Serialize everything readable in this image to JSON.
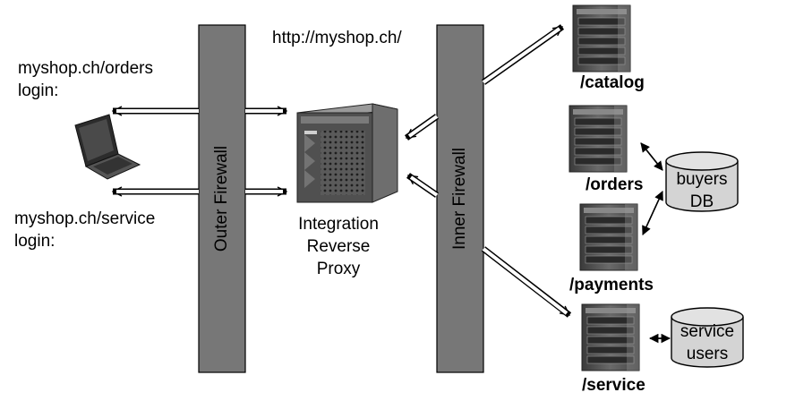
{
  "url_label": "http://myshop.ch/",
  "clients": {
    "orders_login": [
      "myshop.ch/orders",
      "login:"
    ],
    "service_login": [
      "myshop.ch/service",
      "login:"
    ]
  },
  "firewalls": {
    "outer": "Outer Firewall",
    "inner": "Inner Firewall"
  },
  "proxy_label": [
    "Integration",
    "Reverse",
    "Proxy"
  ],
  "backends": {
    "catalog": "/catalog",
    "orders": "/orders",
    "payments": "/payments",
    "service": "/service"
  },
  "databases": {
    "buyers": [
      "buyers",
      "DB"
    ],
    "service_users": [
      "service",
      "users"
    ]
  },
  "colors": {
    "firewall_fill": "#777777",
    "server_dark": "#555555",
    "server_light": "#b0b0b0",
    "db_fill": "#d4d4d4"
  }
}
